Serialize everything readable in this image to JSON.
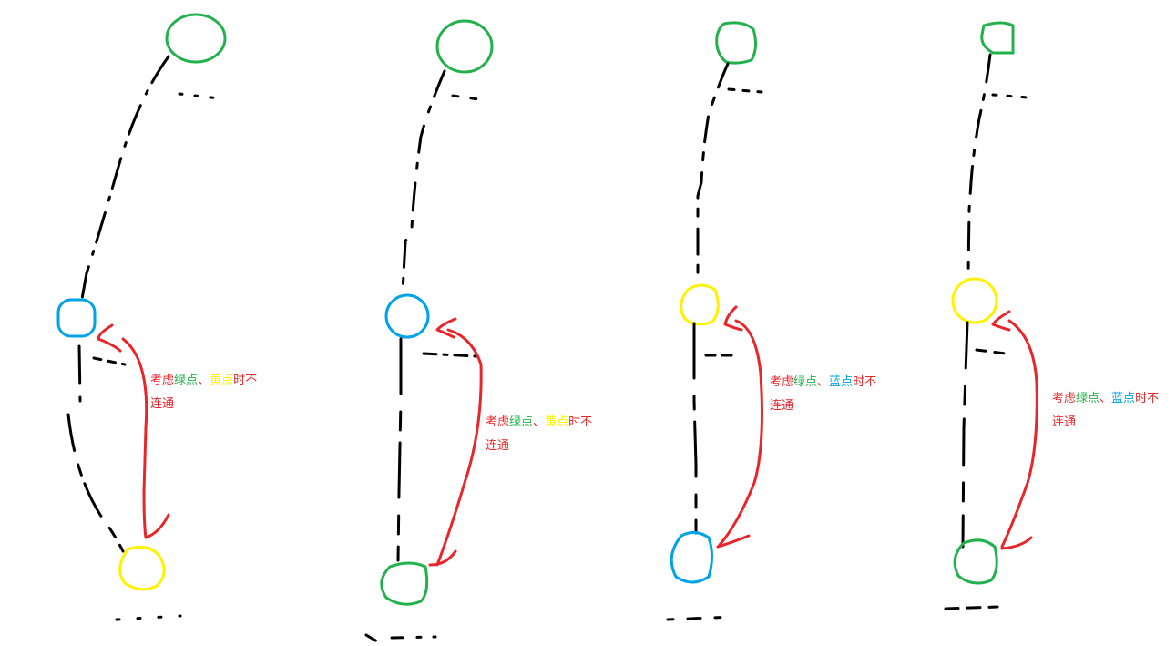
{
  "colors": {
    "green": "#22b14c",
    "yellow": "#fff200",
    "blue": "#00a2e8",
    "red": "#e8262a",
    "black": "#000000"
  },
  "annotations": [
    {
      "line1": [
        {
          "text": "考虑",
          "color": "red"
        },
        {
          "text": "绿点",
          "color": "green"
        },
        {
          "text": "、",
          "color": "red"
        },
        {
          "text": "黄点",
          "color": "yellow"
        },
        {
          "text": "时不",
          "color": "red"
        }
      ],
      "line2": "连通"
    },
    {
      "line1": [
        {
          "text": "考虑",
          "color": "red"
        },
        {
          "text": "绿点",
          "color": "green"
        },
        {
          "text": "、",
          "color": "red"
        },
        {
          "text": "黄点",
          "color": "yellow"
        },
        {
          "text": "时不",
          "color": "red"
        }
      ],
      "line2": "连通"
    },
    {
      "line1": [
        {
          "text": "考虑",
          "color": "red"
        },
        {
          "text": "绿点",
          "color": "green"
        },
        {
          "text": "、",
          "color": "red"
        },
        {
          "text": "蓝点",
          "color": "blue"
        },
        {
          "text": "时不",
          "color": "red"
        }
      ],
      "line2": "连通"
    },
    {
      "line1": [
        {
          "text": "考虑",
          "color": "red"
        },
        {
          "text": "绿点",
          "color": "green"
        },
        {
          "text": "、",
          "color": "red"
        },
        {
          "text": "蓝点",
          "color": "blue"
        },
        {
          "text": "时不",
          "color": "red"
        }
      ],
      "line2": "连通"
    }
  ],
  "diagrams": [
    {
      "top": "green",
      "middle": "blue",
      "bottom": "yellow"
    },
    {
      "top": "green",
      "middle": "blue",
      "bottom": "green"
    },
    {
      "top": "green",
      "middle": "yellow",
      "bottom": "blue"
    },
    {
      "top": "green",
      "middle": "yellow",
      "bottom": "green"
    }
  ]
}
